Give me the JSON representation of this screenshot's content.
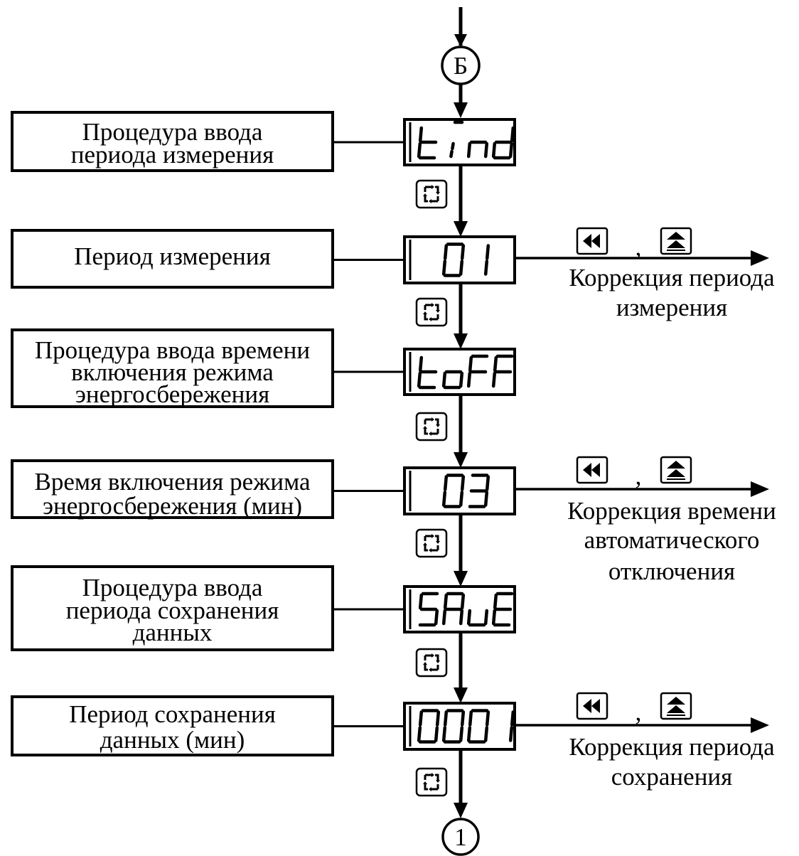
{
  "connector_top": "Б",
  "connector_bottom": "1",
  "colors": {
    "ink": "#000000",
    "background": "#ffffff"
  },
  "icons": {
    "mode_button": "cycle-arrows-icon",
    "left_button": "double-left-arrow-icon",
    "up_button": "double-up-arrow-icon"
  },
  "steps": [
    {
      "label": [
        "Процедура ввода",
        "периода измерения"
      ],
      "display": "tInd"
    },
    {
      "label": [
        "Период измерения"
      ],
      "display": "01",
      "correction": [
        "Коррекция  периода",
        "измерения"
      ],
      "separator": ","
    },
    {
      "label": [
        "Процедура ввода времени",
        "включения режима",
        "энергосбережения"
      ],
      "display": "toFF"
    },
    {
      "label": [
        "Время включения режима",
        "энергосбережения (мин)"
      ],
      "display": "03",
      "correction": [
        "Коррекция  времени",
        "автоматического",
        "отключения"
      ],
      "separator": ","
    },
    {
      "label": [
        "Процедура ввода",
        "периода сохранения",
        "данных"
      ],
      "display": "SAvE"
    },
    {
      "label": [
        "Период сохранения",
        "данных (мин)"
      ],
      "display": "0001",
      "correction": [
        "Коррекция  периода",
        "сохранения"
      ],
      "separator": ","
    }
  ]
}
